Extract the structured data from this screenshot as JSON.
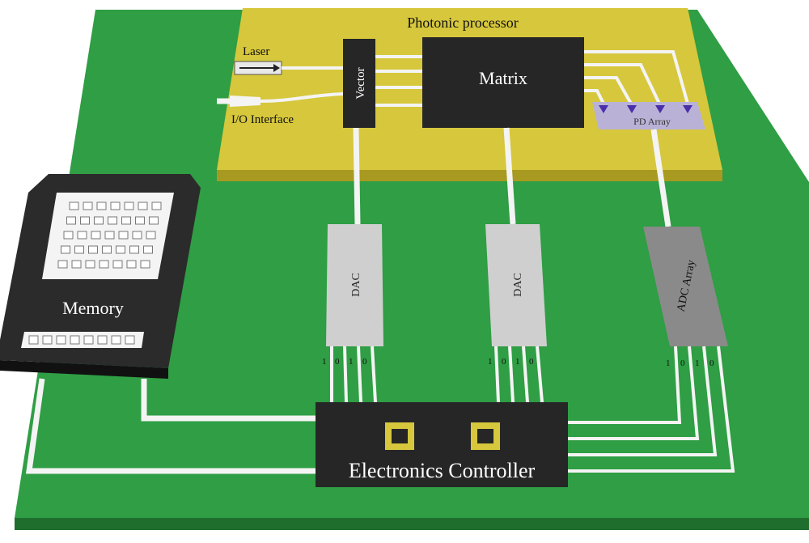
{
  "diagram": {
    "processor_title": "Photonic processor",
    "laser_label": "Laser",
    "io_label": "I/O Interface",
    "vector_label": "Vector",
    "matrix_label": "Matrix",
    "pd_array_label": "PD Array",
    "dac1_label": "DAC",
    "dac2_label": "DAC",
    "adc_label": "ADC Array",
    "memory_label": "Memory",
    "controller_label": "Electronics Controller",
    "dac1_bits": [
      "1",
      "0",
      "1",
      "0"
    ],
    "dac2_bits": [
      "1",
      "0",
      "1",
      "0"
    ],
    "adc_bits": [
      "1",
      "0",
      "1",
      "0"
    ]
  },
  "colors": {
    "board": "#2f9e44",
    "board_dark": "#1f6e2e",
    "processor": "#d6c73c",
    "processor_dark": "#a89a20",
    "chip": "#262626",
    "dac": "#cfcfcf",
    "adc": "#8a8a8a",
    "trace": "#f4f4f4",
    "pd": "#b9b2d6",
    "pd_marker": "#4a2fa8"
  }
}
